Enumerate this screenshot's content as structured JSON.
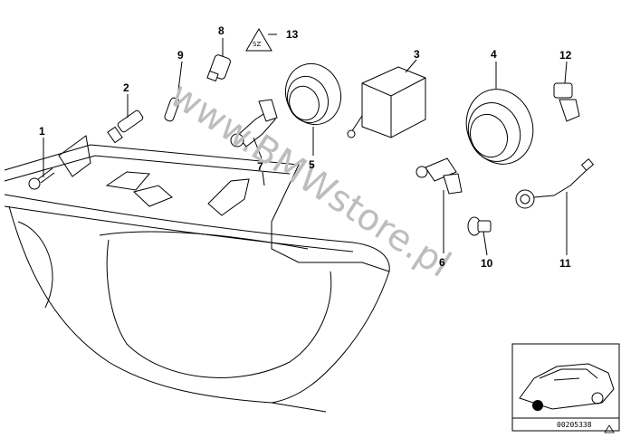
{
  "callouts": [
    {
      "label": "1"
    },
    {
      "label": "2"
    },
    {
      "label": "3"
    },
    {
      "label": "4"
    },
    {
      "label": "5"
    },
    {
      "label": "6"
    },
    {
      "label": "7"
    },
    {
      "label": "8"
    },
    {
      "label": "9"
    },
    {
      "label": "10"
    },
    {
      "label": "11"
    },
    {
      "label": "12"
    },
    {
      "label": "13"
    }
  ],
  "watermark": "www.BMWstore.pl",
  "inset": {
    "caption": "00205338"
  }
}
